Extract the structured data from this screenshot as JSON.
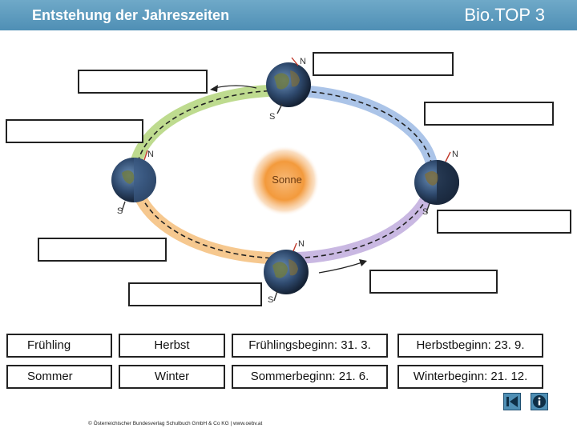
{
  "header": {
    "title": "Entstehung der Jahreszeiten",
    "brand": "Bio.TOP 3"
  },
  "sun": {
    "label": "Sonne"
  },
  "poles": {
    "north": "N",
    "south": "S"
  },
  "word_bank": [
    [
      "Frühling",
      "Herbst",
      "Frühlingsbeginn: 31. 3.",
      "Herbstbeginn: 23. 9."
    ],
    [
      "Sommer",
      "Winter",
      "Sommerbeginn: 21. 6.",
      "Winterbeginn: 21. 12."
    ]
  ],
  "footer": {
    "copyright": "© Österreichischer Bundesverlag Schulbuch GmbH & Co KG | www.oebv.at"
  },
  "nav": {
    "back": "back-icon",
    "info": "info-icon"
  },
  "colors": {
    "header": "#5b9bc0",
    "spring": "#a8cf6a",
    "summer": "#f3b66a",
    "autumn": "#b7a0d8",
    "winter": "#8fb0e0",
    "sun": "#f39a3c"
  }
}
